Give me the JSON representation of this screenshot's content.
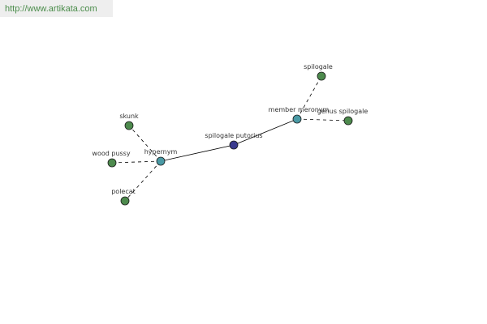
{
  "banner": {
    "url": "http://www.artikata.com"
  },
  "graph": {
    "colors": {
      "center": "#3b3b8f",
      "relation": "#4a9aa5",
      "leaf": "#4d8a4d",
      "edge": "#000000"
    },
    "nodes": [
      {
        "id": "center",
        "label": "spilogale putorius",
        "kind": "center"
      },
      {
        "id": "hypernym",
        "label": "hypernym",
        "kind": "relation"
      },
      {
        "id": "meronym",
        "label": "member meronym",
        "kind": "relation"
      },
      {
        "id": "skunk",
        "label": "skunk",
        "kind": "leaf"
      },
      {
        "id": "woodpussy",
        "label": "wood pussy",
        "kind": "leaf"
      },
      {
        "id": "polecat",
        "label": "polecat",
        "kind": "leaf"
      },
      {
        "id": "spilogale",
        "label": "spilogale",
        "kind": "leaf"
      },
      {
        "id": "genus",
        "label": "genus spilogale",
        "kind": "leaf"
      }
    ],
    "edges": [
      {
        "from": "center",
        "to": "hypernym",
        "style": "solid"
      },
      {
        "from": "center",
        "to": "meronym",
        "style": "solid"
      },
      {
        "from": "hypernym",
        "to": "skunk",
        "style": "dashed"
      },
      {
        "from": "hypernym",
        "to": "woodpussy",
        "style": "dashed"
      },
      {
        "from": "hypernym",
        "to": "polecat",
        "style": "dashed"
      },
      {
        "from": "meronym",
        "to": "spilogale",
        "style": "dashed"
      },
      {
        "from": "meronym",
        "to": "genus",
        "style": "dashed"
      }
    ]
  }
}
